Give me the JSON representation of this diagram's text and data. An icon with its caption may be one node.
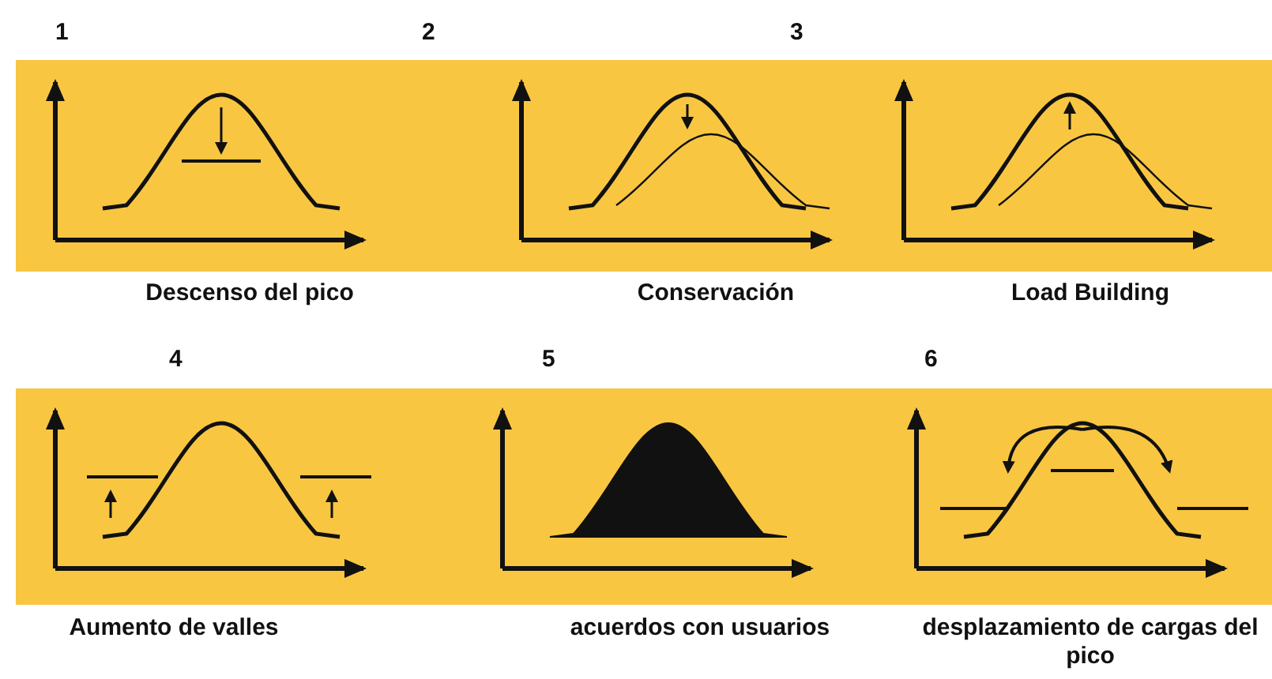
{
  "diagram": {
    "labels": [
      "1",
      "2",
      "3",
      "Descenso del pico",
      "Conservación",
      "Load Building",
      "4",
      "5",
      "6",
      "Aumento de valles",
      "acuerdos con usuarios",
      "desplazamiento de cargas del pico"
    ]
  }
}
